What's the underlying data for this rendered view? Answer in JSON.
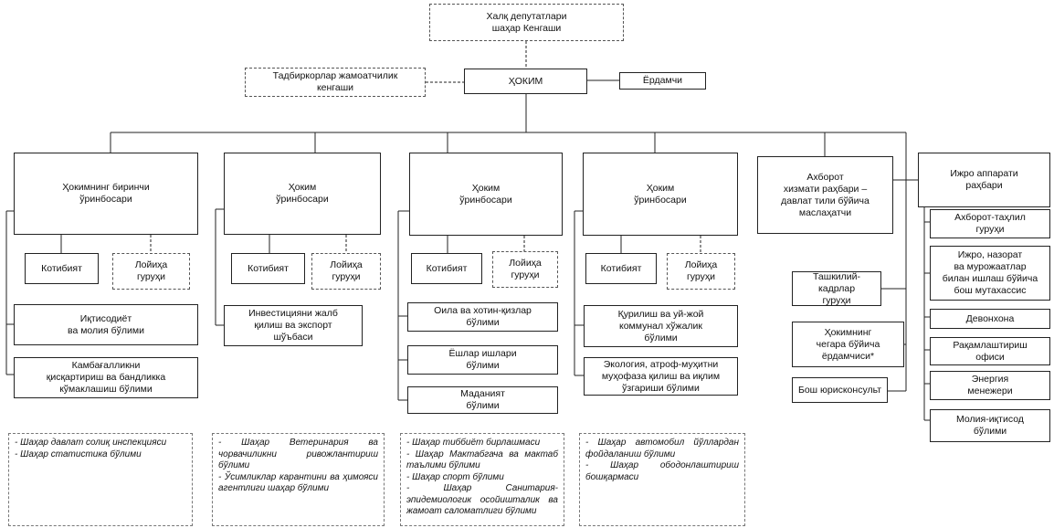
{
  "top": {
    "council": "Халқ депутатлари\nшаҳар Кенгаши",
    "hokim": "ҲОКИМ",
    "business_council": "Тадбиркорлар жамоатчилик\nкенгаши",
    "assistant": "Ёрдамчи"
  },
  "deputies": [
    {
      "title": "Ҳокимнинг биринчи\nўринбосари",
      "secretariat": "Котибият",
      "project_group": "Лойиҳа\nгуруҳи",
      "units": [
        "Иқтисодиёт\nва молия бўлими",
        "Камбағалликни\nқисқартириш ва бандликка\nкўмаклашиш бўлими"
      ],
      "notes": [
        "- Шаҳар давлат солиқ инспекцияси",
        "- Шаҳар статистика бўлими"
      ]
    },
    {
      "title": "Ҳоким\nўринбосари",
      "secretariat": "Котибият",
      "project_group": "Лойиҳа\nгуруҳи",
      "units": [
        "Инвестицияни жалб\nқилиш ва экспорт\nшўъбаси"
      ],
      "notes": [
        "- Шаҳар Ветеринария ва чорвачиликни ривожлантириш бўлими",
        "- Ўсимликлар карантини ва ҳимояси агентлиги шаҳар бўлими"
      ]
    },
    {
      "title": "Ҳоким\nўринбосари",
      "secretariat": "Котибият",
      "project_group": "Лойиҳа\nгуруҳи",
      "units": [
        "Оила ва хотин-қизлар\nбўлими",
        "Ёшлар ишлари\nбўлими",
        "Маданият\nбўлими"
      ],
      "notes": [
        "- Шаҳар тиббиёт бирлашмаси",
        "- Шаҳар Мактабгача ва мактаб таълими бўлими",
        "- Шаҳар спорт бўлими",
        "- Шаҳар Санитария-эпидемиологик осойишталик ва жамоат саломатлиги бўлими"
      ]
    },
    {
      "title": "Ҳоким\nўринбосари",
      "secretariat": "Котибият",
      "project_group": "Лойиҳа\nгуруҳи",
      "units": [
        "Қурилиш ва уй-жой\nкоммунал хўжалик\nбўлими",
        "Экология, атроф-муҳитни\nмуҳофаза қилиш ва иқлим\nўзгариши бўлими"
      ],
      "notes": [
        "- Шаҳар автомобил йўллардан фойдаланиш бўлими",
        "- Шаҳар ободонлаштириш бошқармаси"
      ]
    }
  ],
  "press": "Ахборот\nхизмати раҳбари –\nдавлат тили бўйича\nмаслаҳатчи",
  "side_units": [
    "Ташкилий-кадрлар\nгуруҳи",
    "Ҳокимнинг\nчегара бўйича\nёрдамчиси*",
    "Бош юрисконсульт"
  ],
  "apparatus": {
    "head": "Ижро аппарати\nраҳбари",
    "units": [
      "Ахборот-таҳлил\nгуруҳи",
      "Ижро, назорат\nва мурожаатлар\nбилан ишлаш бўйича\nбош мутахассис",
      "Девонхона",
      "Рақамлаштириш\nофиси",
      "Энергия\nменежери",
      "Молия-иқтисод\nбўлими"
    ]
  }
}
